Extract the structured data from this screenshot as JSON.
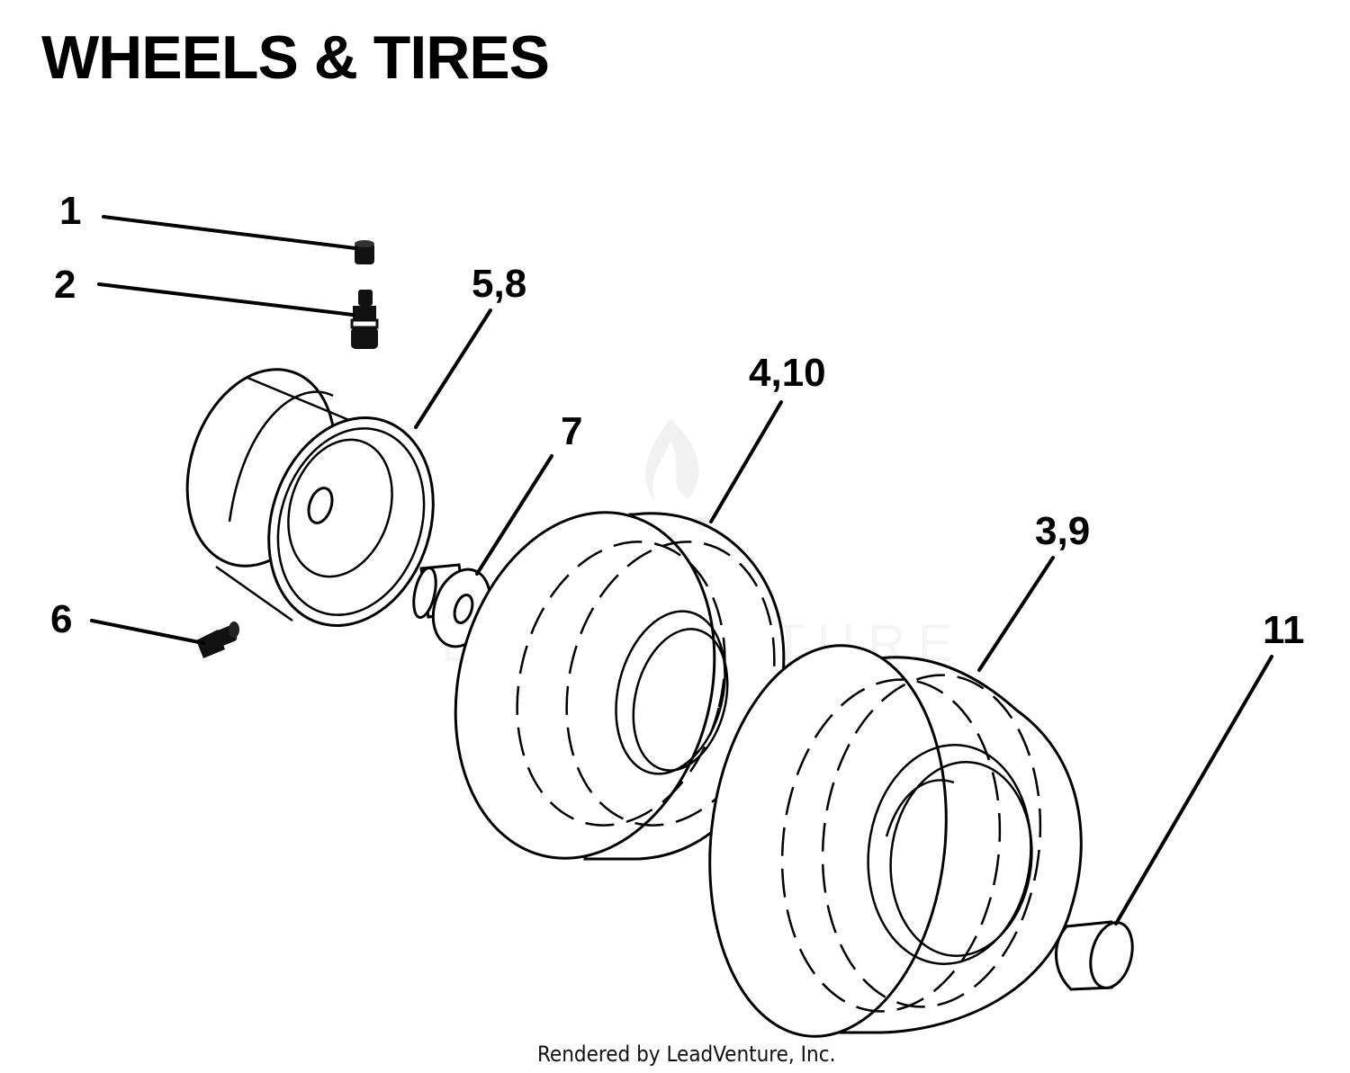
{
  "title": "WHEELS & TIRES",
  "callouts": {
    "c1": "1",
    "c2": "2",
    "c58": "5,8",
    "c7": "7",
    "c410": "4,10",
    "c39": "3,9",
    "c6": "6",
    "c11": "11"
  },
  "watermark": "LEADVENTURE",
  "credit": "Rendered by LeadVenture, Inc."
}
